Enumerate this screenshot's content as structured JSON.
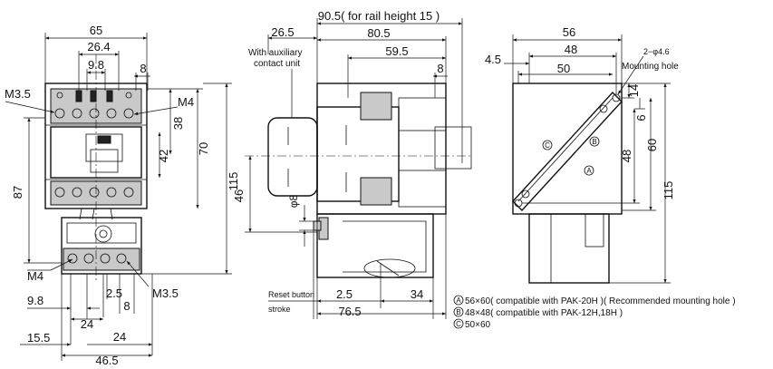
{
  "front_view": {
    "dims": {
      "width_65": "65",
      "pitch_26_4": "26.4",
      "pitch_9_8_top": "9.8",
      "pitch_8_top": "8",
      "screw_m4_top": "M4",
      "screw_m3_5_left": "M3.5",
      "height_38": "38",
      "height_70": "70",
      "height_42": "42",
      "height_87": "87",
      "height_115": "115",
      "screw_m4_bottom": "M4",
      "screw_m3_5_bottom": "M3.5",
      "pitch_9_8_bottom": "9.8",
      "pitch_2_5": "2.5",
      "pitch_8_bottom": "8",
      "pitch_24_a": "24",
      "pitch_24_b": "24",
      "width_15_5": "15.5",
      "width_46_5": "46.5"
    }
  },
  "side_view": {
    "dims": {
      "rail_note": "90.5( for rail height 15 )",
      "depth_26_5": "26.5",
      "depth_80_5": "80.5",
      "depth_59_5": "59.5",
      "depth_8": "8",
      "aux_line1": "With auxiliary",
      "aux_line2": "contact unit",
      "height_46": "46",
      "dia_8": "φ8",
      "reset_line1": "Reset button",
      "reset_line2": "stroke",
      "stroke_2_5": "2.5",
      "depth_34": "34",
      "depth_76_5": "76.5"
    }
  },
  "mount_view": {
    "dims": {
      "width_56": "56",
      "width_48": "48",
      "width_50": "50",
      "offset_4_5": "4.5",
      "hole_spec": "2−φ4.6",
      "hole_label": "Mounting hole",
      "height_14": "14",
      "height_6": "6",
      "height_48": "48",
      "height_60": "60",
      "height_115": "115",
      "label_a": "A",
      "label_b": "B",
      "label_c": "C"
    }
  },
  "legend": [
    {
      "mark": "A",
      "text": "56×60( compatible with PAK-20H )( Recommended mounting hole )"
    },
    {
      "mark": "B",
      "text": "48×48( compatible with PAK-12H,18H )"
    },
    {
      "mark": "C",
      "text": "50×60"
    }
  ]
}
